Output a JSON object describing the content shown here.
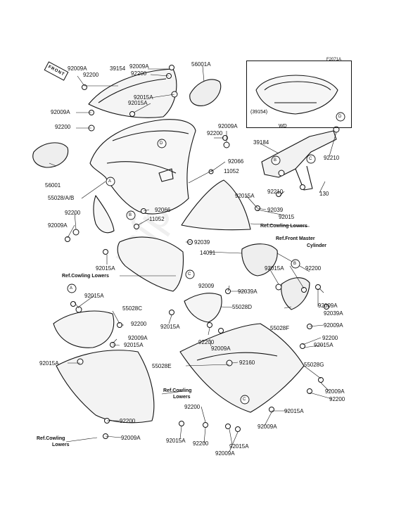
{
  "diagram": {
    "figure_code": "F2071A",
    "front_tag": "FRONT",
    "watermark": "mfp",
    "inset": {
      "part": "(39154)",
      "note": "WD"
    },
    "labels": [
      {
        "id": "l1",
        "text": "92009A"
      },
      {
        "id": "l2",
        "text": "92200"
      },
      {
        "id": "l3",
        "text": "39154"
      },
      {
        "id": "l4",
        "text": "92009A"
      },
      {
        "id": "l5",
        "text": "92200"
      },
      {
        "id": "l6",
        "text": "56001A"
      },
      {
        "id": "l7",
        "text": "92015A"
      },
      {
        "id": "l8",
        "text": "92015A"
      },
      {
        "id": "l9",
        "text": "92009A"
      },
      {
        "id": "l10",
        "text": "92200"
      },
      {
        "id": "l11",
        "text": "92200"
      },
      {
        "id": "l12",
        "text": "92009A"
      },
      {
        "id": "l13",
        "text": "39184"
      },
      {
        "id": "l14",
        "text": "92210"
      },
      {
        "id": "l15",
        "text": "92066"
      },
      {
        "id": "l16",
        "text": "11052"
      },
      {
        "id": "l17",
        "text": "56001"
      },
      {
        "id": "l18",
        "text": "55028/A/B"
      },
      {
        "id": "l19",
        "text": "92015A"
      },
      {
        "id": "l20",
        "text": "92210"
      },
      {
        "id": "l21",
        "text": "130"
      },
      {
        "id": "l22",
        "text": "92039"
      },
      {
        "id": "l23",
        "text": "92015"
      },
      {
        "id": "l24",
        "text": "92066"
      },
      {
        "id": "l25",
        "text": "92200"
      },
      {
        "id": "l26",
        "text": "92009A"
      },
      {
        "id": "l27",
        "text": "11052"
      },
      {
        "id": "l28",
        "text": "92039"
      },
      {
        "id": "l29",
        "text": "14091"
      },
      {
        "id": "l30",
        "text": "92015A"
      },
      {
        "id": "l31",
        "text": "92015A"
      },
      {
        "id": "l32",
        "text": "92200"
      },
      {
        "id": "l33",
        "text": "92009"
      },
      {
        "id": "l34",
        "text": "92039A"
      },
      {
        "id": "l35",
        "text": "92015A"
      },
      {
        "id": "l36",
        "text": "92009A"
      },
      {
        "id": "l37",
        "text": "92039A"
      },
      {
        "id": "l38",
        "text": "55028C"
      },
      {
        "id": "l39",
        "text": "55028D"
      },
      {
        "id": "l40",
        "text": "92015A"
      },
      {
        "id": "l41",
        "text": "92200"
      },
      {
        "id": "l42",
        "text": "55028F"
      },
      {
        "id": "l43",
        "text": "92009A"
      },
      {
        "id": "l44",
        "text": "92009A"
      },
      {
        "id": "l45",
        "text": "92200"
      },
      {
        "id": "l46",
        "text": "92015A"
      },
      {
        "id": "l47",
        "text": "92015A"
      },
      {
        "id": "l48",
        "text": "92200"
      },
      {
        "id": "l49",
        "text": "92009A"
      },
      {
        "id": "l50",
        "text": "92015A"
      },
      {
        "id": "l51",
        "text": "55028E"
      },
      {
        "id": "l52",
        "text": "92160"
      },
      {
        "id": "l53",
        "text": "55028G"
      },
      {
        "id": "l54",
        "text": "92009A"
      },
      {
        "id": "l55",
        "text": "92200"
      },
      {
        "id": "l56",
        "text": "92015A"
      },
      {
        "id": "l57",
        "text": "92200"
      },
      {
        "id": "l58",
        "text": "92200"
      },
      {
        "id": "l59",
        "text": "92009A"
      },
      {
        "id": "l60",
        "text": "92009A"
      },
      {
        "id": "l61",
        "text": "92015A"
      },
      {
        "id": "l62",
        "text": "92200"
      },
      {
        "id": "l63",
        "text": "92015A"
      },
      {
        "id": "l64",
        "text": "92009A"
      }
    ],
    "refs": [
      {
        "id": "r1",
        "text": "Ref.Cowling Lowers"
      },
      {
        "id": "r2",
        "text": "Ref.Front Master"
      },
      {
        "id": "r3",
        "text": "Cylinder"
      },
      {
        "id": "r4",
        "text": "Ref.Cowling Lowers"
      },
      {
        "id": "r5",
        "text": "Ref.Cowling"
      },
      {
        "id": "r6",
        "text": "Lowers"
      },
      {
        "id": "r7",
        "text": "Ref.Cowling"
      },
      {
        "id": "r8",
        "text": "Lowers"
      }
    ],
    "callouts": [
      {
        "id": "c1",
        "text": "A"
      },
      {
        "id": "c2",
        "text": "B"
      },
      {
        "id": "c3",
        "text": "C"
      },
      {
        "id": "c4",
        "text": "D"
      },
      {
        "id": "c5",
        "text": "D"
      },
      {
        "id": "c6",
        "text": "B"
      },
      {
        "id": "c7",
        "text": "C"
      },
      {
        "id": "c8",
        "text": "A"
      },
      {
        "id": "c9",
        "text": "B"
      },
      {
        "id": "c10",
        "text": "C"
      }
    ]
  }
}
